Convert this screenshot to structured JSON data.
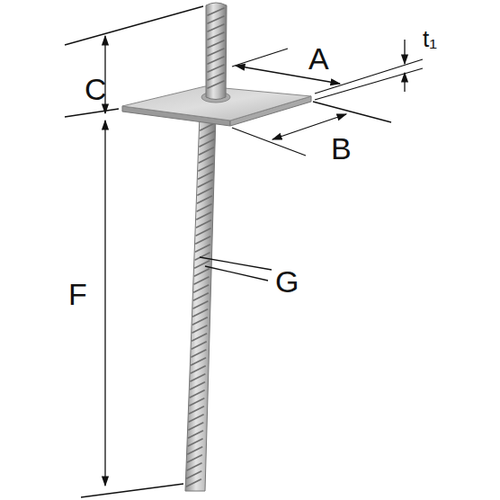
{
  "diagram": {
    "labels": [
      "C",
      "A",
      "t₁",
      "B",
      "F",
      "G"
    ]
  }
}
